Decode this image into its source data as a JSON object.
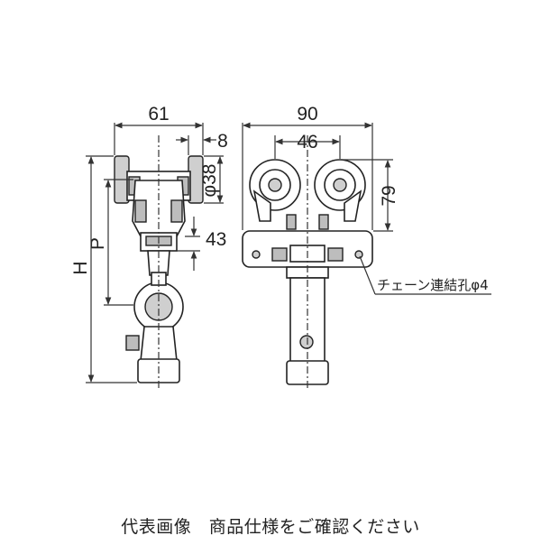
{
  "dimensions": {
    "left_width": "61",
    "left_flange": "8",
    "left_wheel_dia": "φ38",
    "left_p": "P",
    "left_43": "43",
    "left_h": "H",
    "right_width": "90",
    "right_wheel_pitch": "46",
    "right_height": "79"
  },
  "annotation": {
    "chain_hole": "チェーン連結孔φ4"
  },
  "caption": "代表画像　商品仕様をご確認ください"
}
